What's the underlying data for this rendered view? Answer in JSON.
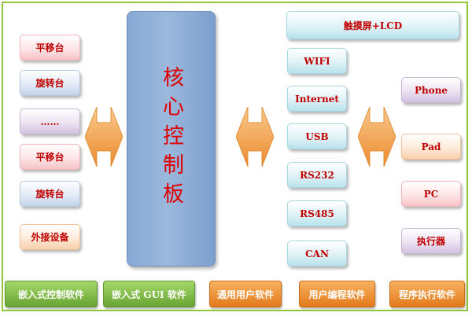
{
  "left_column": [
    "平移台",
    "旋转台",
    "……",
    "平移台",
    "旋转台",
    "外接设备"
  ],
  "core": {
    "title": "核心控制板"
  },
  "middle_column": {
    "top_banner": "触摸屏+LCD",
    "items": [
      "WIFI",
      "Internet",
      "USB",
      "RS232",
      "RS485",
      "CAN"
    ]
  },
  "right_column": [
    "Phone",
    "Pad",
    "PC",
    "执行器"
  ],
  "bottom_row": [
    "嵌入式控制软件",
    "嵌入式 GUI 软件",
    "通用用户软件",
    "用户编程软件",
    "程序执行软件"
  ],
  "colors": {
    "frame": "#8fc63c",
    "label_red": "#c00000",
    "core_blue": "#8eadd8",
    "arrow_orange": "#f0a04b",
    "bottom_green": "#7db842",
    "bottom_orange": "#e8872a"
  }
}
